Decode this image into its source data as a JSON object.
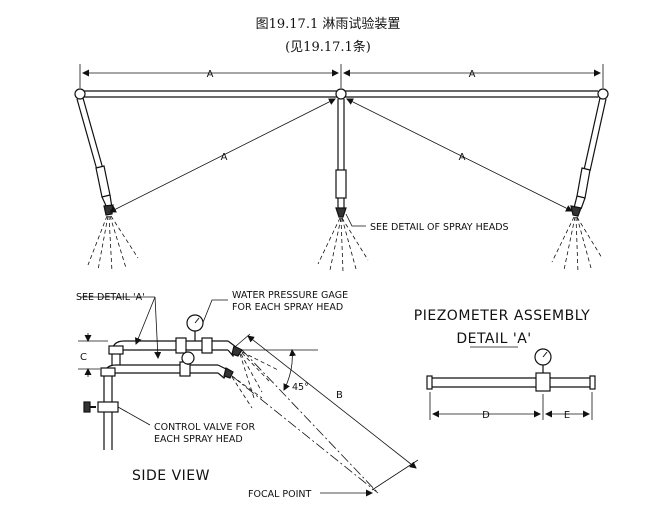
{
  "figure": {
    "caption": "图19.17.1  淋雨试验装置",
    "subcaption": "(见19.17.1条)"
  },
  "top_view": {
    "dim_a": "A",
    "spray_heads_note": "SEE DETAIL OF SPRAY HEADS"
  },
  "side_view": {
    "title": "SIDE VIEW",
    "see_detail": "SEE DETAIL 'A'",
    "gage_note_line1": "WATER PRESSURE GAGE",
    "gage_note_line2": "FOR EACH SPRAY HEAD",
    "valve_note_line1": "CONTROL VALVE FOR",
    "valve_note_line2": "EACH SPRAY HEAD",
    "focal_point": "FOCAL POINT",
    "angle": "45°",
    "dim_b": "B",
    "dim_c": "C"
  },
  "piezometer": {
    "title": "PIEZOMETER ASSEMBLY",
    "detail": "DETAIL 'A'",
    "dim_d": "D",
    "dim_e": "E"
  }
}
